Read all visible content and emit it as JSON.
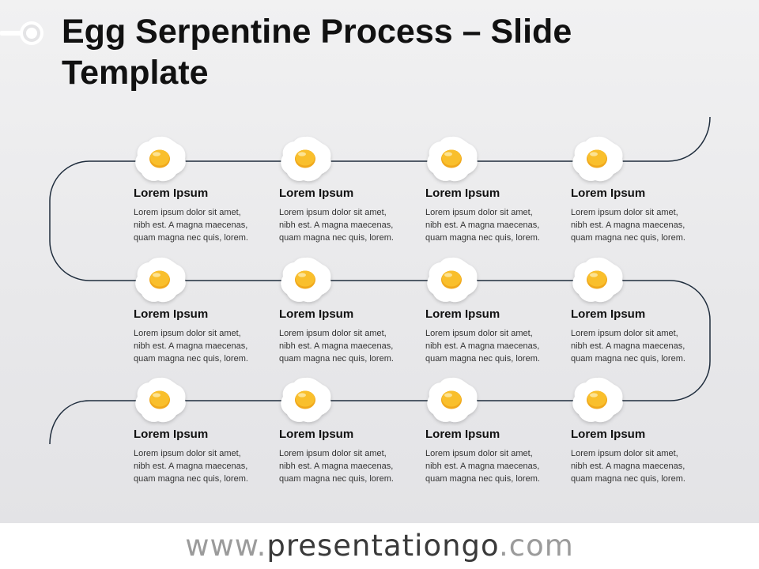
{
  "slide": {
    "title": "Egg Serpentine Process – Slide Template",
    "steps": [
      {
        "title": "Lorem Ipsum",
        "body": "Lorem  ipsum dolor sit amet,\nnibh est. A magna maecenas,\nquam magna nec quis, lorem."
      },
      {
        "title": "Lorem Ipsum",
        "body": "Lorem  ipsum dolor sit amet,\nnibh est. A magna maecenas,\nquam magna nec quis, lorem."
      },
      {
        "title": "Lorem Ipsum",
        "body": "Lorem  ipsum dolor sit amet,\nnibh est. A magna maecenas,\nquam magna nec quis, lorem."
      },
      {
        "title": "Lorem Ipsum",
        "body": "Lorem  ipsum dolor sit amet,\nnibh est. A magna maecenas,\nquam magna nec quis, lorem."
      },
      {
        "title": "Lorem Ipsum",
        "body": "Lorem  ipsum dolor sit amet,\nnibh est. A magna maecenas,\nquam magna nec quis, lorem."
      },
      {
        "title": "Lorem Ipsum",
        "body": "Lorem  ipsum dolor sit amet,\nnibh est. A magna maecenas,\nquam magna nec quis, lorem."
      },
      {
        "title": "Lorem Ipsum",
        "body": "Lorem  ipsum dolor sit amet,\nnibh est. A magna maecenas,\nquam magna nec quis, lorem."
      },
      {
        "title": "Lorem Ipsum",
        "body": "Lorem  ipsum dolor sit amet,\nnibh est. A magna maecenas,\nquam magna nec quis, lorem."
      },
      {
        "title": "Lorem Ipsum",
        "body": "Lorem  ipsum dolor sit amet,\nnibh est. A magna maecenas,\nquam magna nec quis, lorem."
      },
      {
        "title": "Lorem Ipsum",
        "body": "Lorem  ipsum dolor sit amet,\nnibh est. A magna maecenas,\nquam magna nec quis, lorem."
      },
      {
        "title": "Lorem Ipsum",
        "body": "Lorem  ipsum dolor sit amet,\nnibh est. A magna maecenas,\nquam magna nec quis, lorem."
      },
      {
        "title": "Lorem Ipsum",
        "body": "Lorem  ipsum dolor sit amet,\nnibh est. A magna maecenas,\nquam magna nec quis, lorem."
      }
    ]
  },
  "footer": {
    "prefix": "www.",
    "brand": "presentationgo",
    "suffix": ".com"
  },
  "colors": {
    "path": "#1f2d3d",
    "yolk": "#f9bf2c",
    "white": "#ffffff",
    "title": "#111111"
  },
  "icons": {
    "step_icon": "fried-egg-icon",
    "corner_icon": "pin-icon"
  }
}
